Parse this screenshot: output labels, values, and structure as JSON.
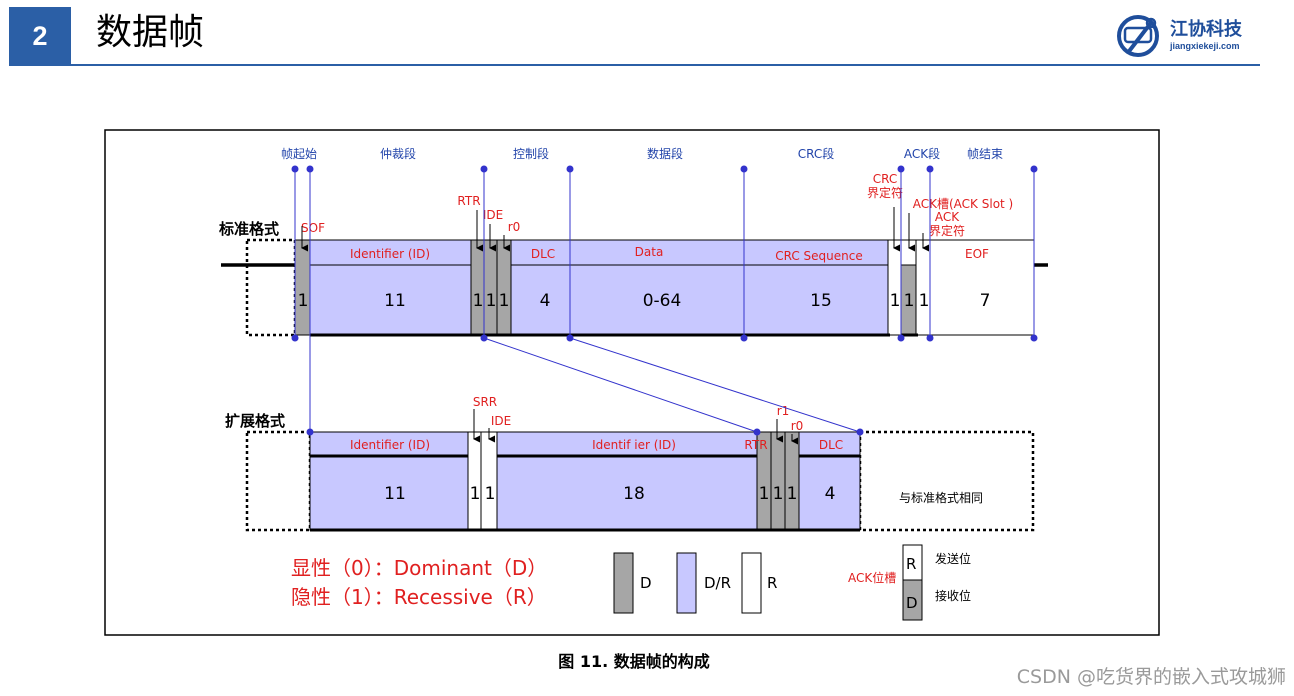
{
  "header": {
    "section_number": "2",
    "title": "数据帧"
  },
  "logo": {
    "name": "江协科技",
    "url": "jiangxiekeji.com",
    "icon": "keyboard-wrench-logo-icon",
    "color": "#1f4e9b"
  },
  "fields": {
    "sof_field": "帧起始",
    "arbitration": "仲裁段",
    "control": "控制段",
    "data": "数据段",
    "crc": "CRC段",
    "ack": "ACK段",
    "eof_field": "帧结束"
  },
  "standard": {
    "label": "标准格式",
    "names": {
      "sof": "SOF",
      "id": "Identifier (ID)",
      "rtr": "RTR",
      "ide": "IDE",
      "r0": "r0",
      "dlc": "DLC",
      "data": "Data",
      "crc_seq": "CRC Sequence",
      "crc_delim": "CRC\n界定符",
      "ack_slot": "ACK槽(ACK Slot )",
      "ack_delim": "ACK\n界定符",
      "eof": "EOF"
    },
    "bits": {
      "sof": "1",
      "id": "11",
      "rtr": "1",
      "ide": "1",
      "r0": "1",
      "dlc": "4",
      "data": "0-64",
      "crc": "15",
      "crc_delim": "1",
      "ack_slot": "1",
      "ack_delim": "1",
      "eof": "7"
    }
  },
  "extended": {
    "label": "扩展格式",
    "names": {
      "id_a": "Identifier (ID)",
      "srr": "SRR",
      "ide": "IDE",
      "id_b": "Identif ier (ID)",
      "rtr": "RTR",
      "r1": "r1",
      "r0": "r0",
      "dlc": "DLC"
    },
    "bits": {
      "id_a": "11",
      "srr": "1",
      "ide": "1",
      "id_b": "18",
      "rtr": "1",
      "r1": "1",
      "r0": "1",
      "dlc": "4"
    },
    "same_note": "与标准格式相同"
  },
  "legend": {
    "dominant": "显性（0）：Dominant（D）",
    "recessive": "隐性（1）：Recessive（R）",
    "d": "D",
    "dr": "D/R",
    "r": "R",
    "ack_bit": "ACK位槽",
    "send": "发送位",
    "receive": "接收位"
  },
  "caption": "图 11.   数据帧的构成",
  "watermark": "CSDN @吃货界的嵌入式攻城狮",
  "colors": {
    "dominant": "#a6a6a6",
    "dr": "#c8c8ff",
    "recessive": "#ffffff",
    "blue_line": "#3333cc",
    "red_text": "#e02020",
    "label_blue": "#2244aa",
    "section": "#2b5fa6"
  }
}
